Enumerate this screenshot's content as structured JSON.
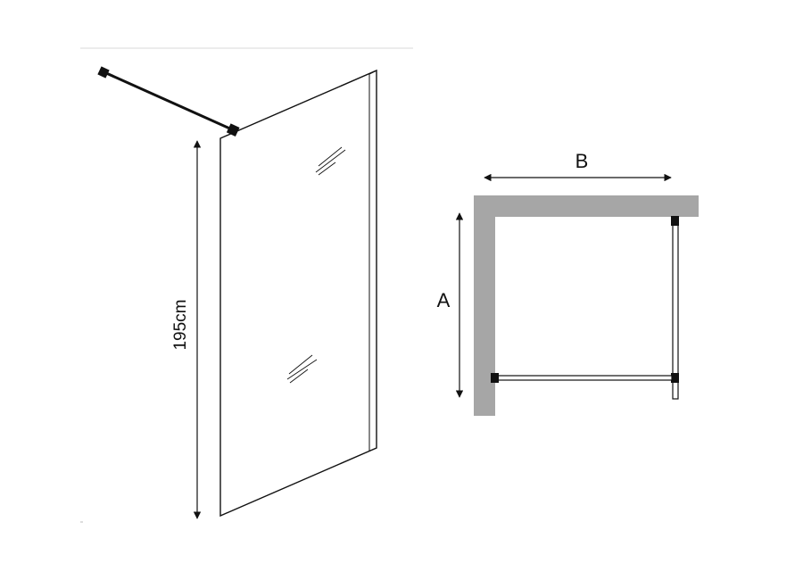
{
  "panel_view": {
    "height_label": "195cm"
  },
  "plan_view": {
    "width_label": "B",
    "depth_label": "A"
  },
  "colors": {
    "line": "#111111",
    "wall": "#a6a6a6",
    "top_rule": "#d9d9d9"
  }
}
